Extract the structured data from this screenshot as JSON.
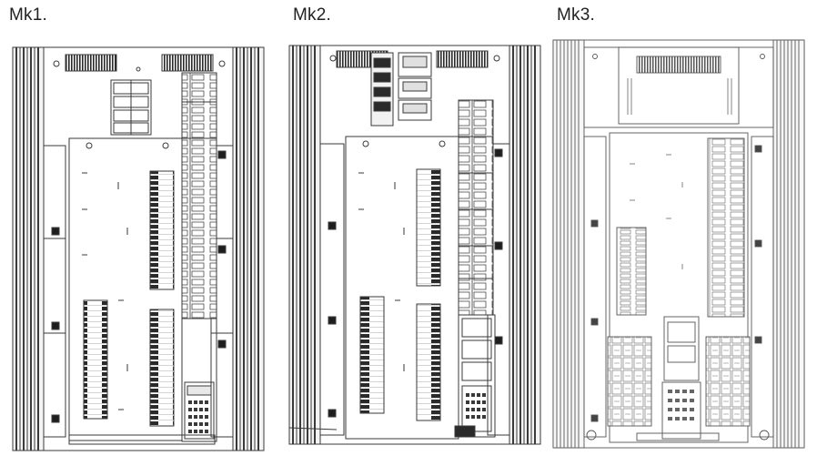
{
  "panels": [
    {
      "label": "Mk1."
    },
    {
      "label": "Mk2."
    },
    {
      "label": "Mk3."
    }
  ],
  "colors": {
    "line": "#3a3a3a",
    "paper": "#ffffff",
    "dark": "#1e1e1e"
  }
}
